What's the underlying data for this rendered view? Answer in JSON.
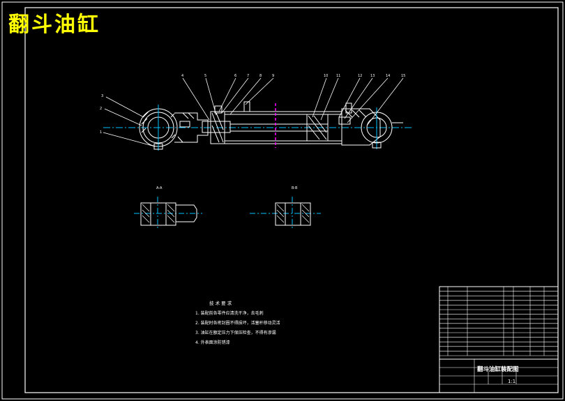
{
  "title": "翻斗油缸",
  "colors": {
    "background": "#000000",
    "outline": "#ffffff",
    "title": "#ffff00",
    "centerline": "#00bfff",
    "section_mark": "#ff00ff"
  },
  "balloons": [
    "4",
    "5",
    "6",
    "7",
    "8",
    "9",
    "10",
    "11",
    "12",
    "13",
    "14",
    "15",
    "3",
    "2",
    "1"
  ],
  "views": {
    "left_label": "A-A",
    "right_label": "B-B"
  },
  "notes": {
    "heading": "技 术 要 求",
    "lines": [
      "1. 装配前各零件应清洗干净，去毛刺",
      "2. 装配时各密封圈不得损坏，活塞杆移动灵活",
      "3. 油缸在额定压力下保压检查，不得有渗漏",
      "4. 外表面涂防锈漆"
    ]
  },
  "title_block": {
    "drawing_name": "翻斗油缸装配图",
    "scale": "1:1"
  }
}
